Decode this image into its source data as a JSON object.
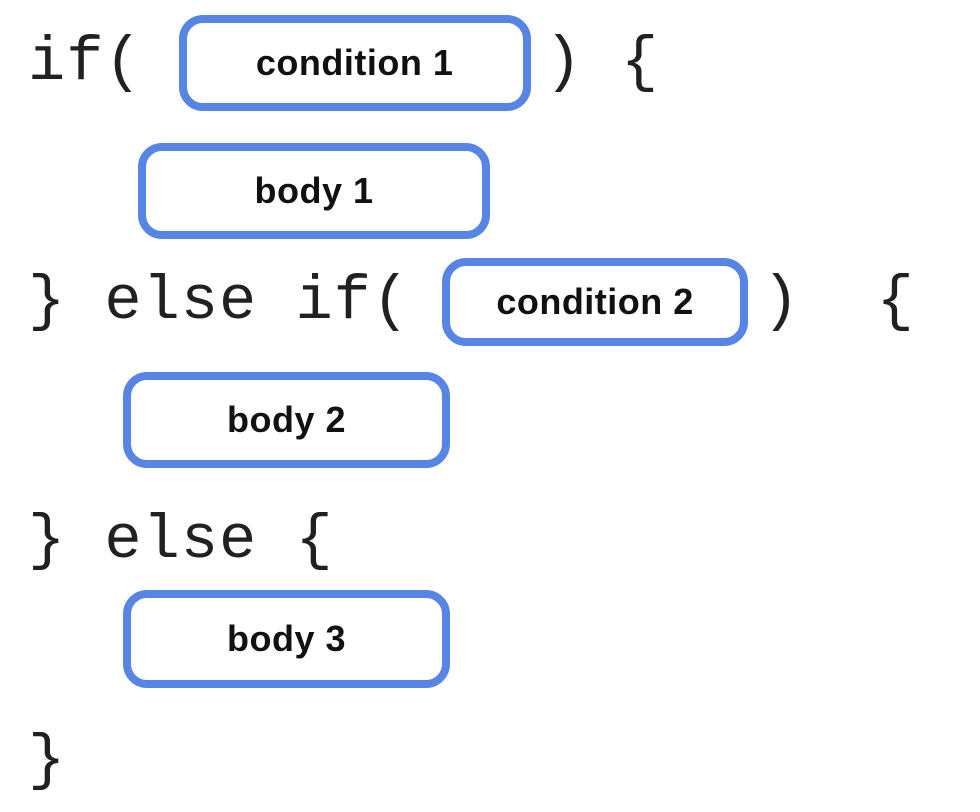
{
  "diagram": {
    "accent_color": "#5785e6",
    "code_color": "#202124",
    "label_color": "#111111",
    "lines": {
      "l1": {
        "pre": "if(",
        "box": "condition 1",
        "post": ") {"
      },
      "l2": {
        "box": "body 1"
      },
      "l3": {
        "pre": "} else if(",
        "box": "condition 2",
        "post": ")  {"
      },
      "l4": {
        "box": "body 2"
      },
      "l5": {
        "code": "} else {"
      },
      "l6": {
        "box": "body 3"
      },
      "l7": {
        "code": "}"
      }
    }
  }
}
